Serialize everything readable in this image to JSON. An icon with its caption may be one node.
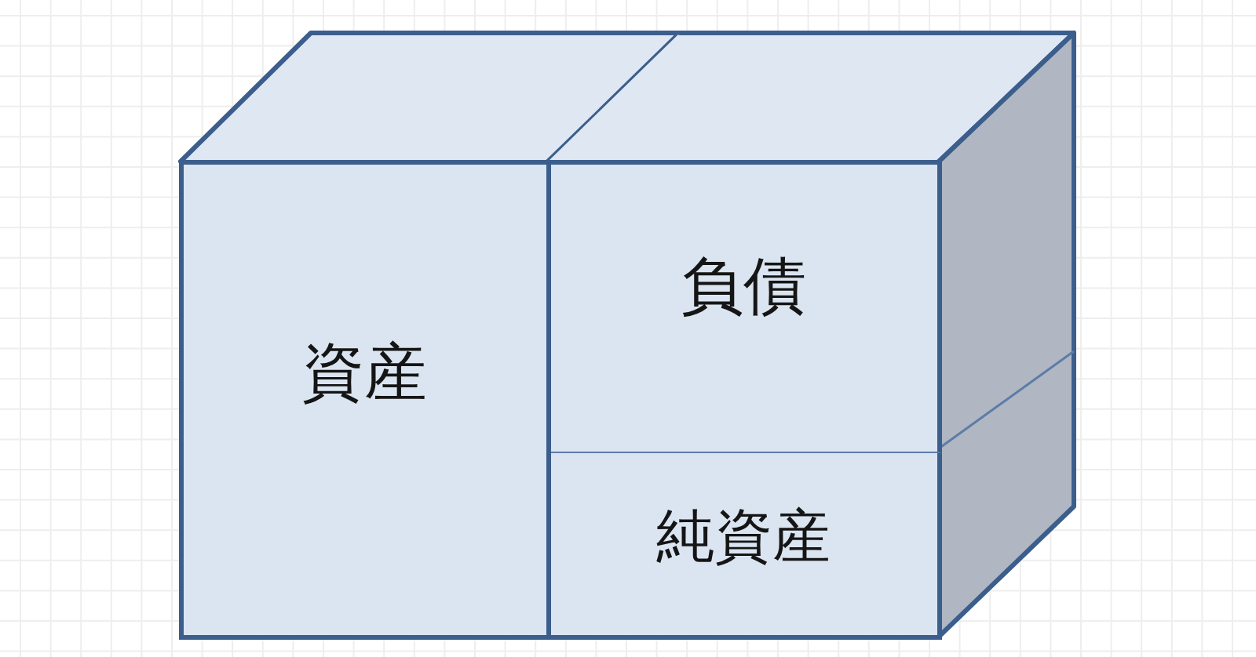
{
  "diagram": {
    "nodes": [
      {
        "text": [
          "資産"
        ]
      },
      {
        "text": [
          "負債"
        ]
      },
      {
        "text": [
          "純資産"
        ]
      }
    ]
  }
}
